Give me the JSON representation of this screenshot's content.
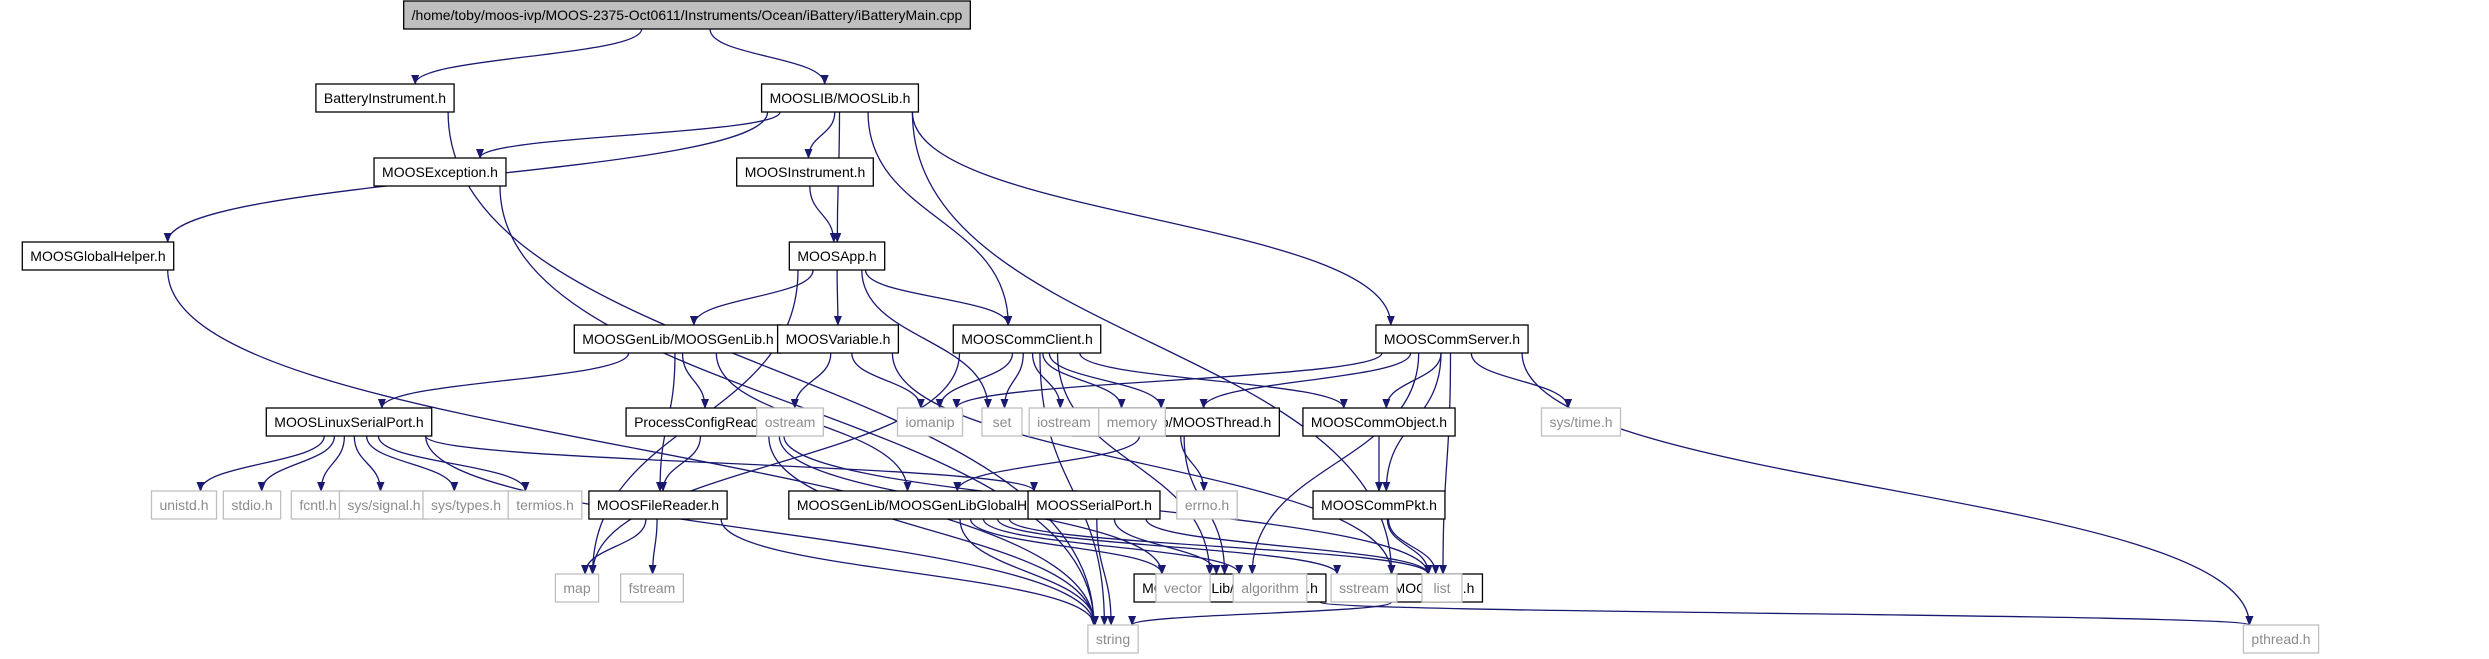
{
  "graph": {
    "edge_color": "#191970",
    "root_fill": "#bfbfbf",
    "external_border": "#bfbfbf",
    "nodes": [
      {
        "id": "root",
        "label": "/home/toby/moos-ivp/MOOS-2375-Oct0611/Instruments/Ocean/iBattery/iBatteryMain.cpp",
        "kind": "root"
      },
      {
        "id": "battery",
        "label": "BatteryInstrument.h",
        "kind": "file"
      },
      {
        "id": "mooslib",
        "label": "MOOSLIB/MOOSLib.h",
        "kind": "file"
      },
      {
        "id": "exception",
        "label": "MOOSException.h",
        "kind": "file"
      },
      {
        "id": "instrument",
        "label": "MOOSInstrument.h",
        "kind": "file"
      },
      {
        "id": "globalhelper",
        "label": "MOOSGlobalHelper.h",
        "kind": "file"
      },
      {
        "id": "app",
        "label": "MOOSApp.h",
        "kind": "file"
      },
      {
        "id": "genlib",
        "label": "MOOSGenLib/MOOSGenLib.h",
        "kind": "file"
      },
      {
        "id": "variable",
        "label": "MOOSVariable.h",
        "kind": "file"
      },
      {
        "id": "commclient",
        "label": "MOOSCommClient.h",
        "kind": "file"
      },
      {
        "id": "commserver",
        "label": "MOOSCommServer.h",
        "kind": "file"
      },
      {
        "id": "linuxserial",
        "label": "MOOSLinuxSerialPort.h",
        "kind": "file"
      },
      {
        "id": "processconfig",
        "label": "ProcessConfigReader.h",
        "kind": "file"
      },
      {
        "id": "thread",
        "label": "MOOSGenLib/MOOSThread.h",
        "kind": "file"
      },
      {
        "id": "commobject",
        "label": "MOOSCommObject.h",
        "kind": "file"
      },
      {
        "id": "filereader",
        "label": "MOOSFileReader.h",
        "kind": "file"
      },
      {
        "id": "genlibglobal",
        "label": "MOOSGenLib/MOOSGenLibGlobalHelper.h",
        "kind": "file"
      },
      {
        "id": "serialport",
        "label": "MOOSSerialPort.h",
        "kind": "file"
      },
      {
        "id": "commpkt",
        "label": "MOOSCommPkt.h",
        "kind": "file"
      },
      {
        "id": "lock",
        "label": "MOOSGenLib/MOOSLock.h",
        "kind": "file"
      },
      {
        "id": "msg",
        "label": "MOOSMsg.h",
        "kind": "file"
      },
      {
        "id": "ostream",
        "label": "ostream",
        "kind": "sys"
      },
      {
        "id": "iomanip",
        "label": "iomanip",
        "kind": "sys"
      },
      {
        "id": "set",
        "label": "set",
        "kind": "sys"
      },
      {
        "id": "iostream",
        "label": "iostream",
        "kind": "sys"
      },
      {
        "id": "memory",
        "label": "memory",
        "kind": "sys"
      },
      {
        "id": "systime",
        "label": "sys/time.h",
        "kind": "sys"
      },
      {
        "id": "unistd",
        "label": "unistd.h",
        "kind": "sys"
      },
      {
        "id": "stdio",
        "label": "stdio.h",
        "kind": "sys"
      },
      {
        "id": "fcntl",
        "label": "fcntl.h",
        "kind": "sys"
      },
      {
        "id": "syssignal",
        "label": "sys/signal.h",
        "kind": "sys"
      },
      {
        "id": "systypes",
        "label": "sys/types.h",
        "kind": "sys"
      },
      {
        "id": "termios",
        "label": "termios.h",
        "kind": "sys"
      },
      {
        "id": "errno",
        "label": "errno.h",
        "kind": "sys"
      },
      {
        "id": "map",
        "label": "map",
        "kind": "sys"
      },
      {
        "id": "fstream",
        "label": "fstream",
        "kind": "sys"
      },
      {
        "id": "vector",
        "label": "vector",
        "kind": "sys"
      },
      {
        "id": "algorithm",
        "label": "algorithm",
        "kind": "sys"
      },
      {
        "id": "sstream",
        "label": "sstream",
        "kind": "sys"
      },
      {
        "id": "list",
        "label": "list",
        "kind": "sys"
      },
      {
        "id": "string",
        "label": "string",
        "kind": "sys"
      },
      {
        "id": "pthread",
        "label": "pthread.h",
        "kind": "sys"
      }
    ],
    "edges": [
      [
        "root",
        "battery"
      ],
      [
        "root",
        "mooslib"
      ],
      [
        "battery",
        "string"
      ],
      [
        "mooslib",
        "exception"
      ],
      [
        "mooslib",
        "instrument"
      ],
      [
        "mooslib",
        "globalhelper"
      ],
      [
        "mooslib",
        "app"
      ],
      [
        "mooslib",
        "commclient"
      ],
      [
        "mooslib",
        "commserver"
      ],
      [
        "mooslib",
        "msg"
      ],
      [
        "exception",
        "string"
      ],
      [
        "globalhelper",
        "string"
      ],
      [
        "instrument",
        "app"
      ],
      [
        "app",
        "genlib"
      ],
      [
        "app",
        "variable"
      ],
      [
        "app",
        "commclient"
      ],
      [
        "app",
        "set"
      ],
      [
        "app",
        "map"
      ],
      [
        "genlib",
        "linuxserial"
      ],
      [
        "genlib",
        "processconfig"
      ],
      [
        "genlib",
        "filereader"
      ],
      [
        "genlib",
        "genlibglobal"
      ],
      [
        "variable",
        "ostream"
      ],
      [
        "variable",
        "iomanip"
      ],
      [
        "variable",
        "msg"
      ],
      [
        "commclient",
        "iomanip"
      ],
      [
        "commclient",
        "set"
      ],
      [
        "commclient",
        "iostream"
      ],
      [
        "commclient",
        "memory"
      ],
      [
        "commclient",
        "thread"
      ],
      [
        "commclient",
        "commobject"
      ],
      [
        "commclient",
        "lock"
      ],
      [
        "commclient",
        "string"
      ],
      [
        "commclient",
        "map"
      ],
      [
        "commserver",
        "thread"
      ],
      [
        "commserver",
        "commobject"
      ],
      [
        "commserver",
        "commpkt"
      ],
      [
        "commserver",
        "lock"
      ],
      [
        "commserver",
        "systime"
      ],
      [
        "commserver",
        "pthread"
      ],
      [
        "commserver",
        "list"
      ],
      [
        "commserver",
        "iomanip"
      ],
      [
        "linuxserial",
        "unistd"
      ],
      [
        "linuxserial",
        "stdio"
      ],
      [
        "linuxserial",
        "fcntl"
      ],
      [
        "linuxserial",
        "syssignal"
      ],
      [
        "linuxserial",
        "systypes"
      ],
      [
        "linuxserial",
        "termios"
      ],
      [
        "linuxserial",
        "serialport"
      ],
      [
        "linuxserial",
        "string"
      ],
      [
        "processconfig",
        "filereader"
      ],
      [
        "processconfig",
        "vector"
      ],
      [
        "processconfig",
        "string"
      ],
      [
        "processconfig",
        "list"
      ],
      [
        "thread",
        "genlibglobal"
      ],
      [
        "thread",
        "errno"
      ],
      [
        "thread",
        "lock"
      ],
      [
        "commobject",
        "commpkt"
      ],
      [
        "filereader",
        "map"
      ],
      [
        "filereader",
        "fstream"
      ],
      [
        "filereader",
        "string"
      ],
      [
        "genlibglobal",
        "vector"
      ],
      [
        "genlibglobal",
        "algorithm"
      ],
      [
        "genlibglobal",
        "sstream"
      ],
      [
        "genlibglobal",
        "list"
      ],
      [
        "genlibglobal",
        "string"
      ],
      [
        "serialport",
        "list"
      ],
      [
        "serialport",
        "lock"
      ],
      [
        "serialport",
        "string"
      ],
      [
        "commpkt",
        "list"
      ],
      [
        "commpkt",
        "msg"
      ],
      [
        "lock",
        "pthread"
      ],
      [
        "msg",
        "string"
      ]
    ]
  }
}
